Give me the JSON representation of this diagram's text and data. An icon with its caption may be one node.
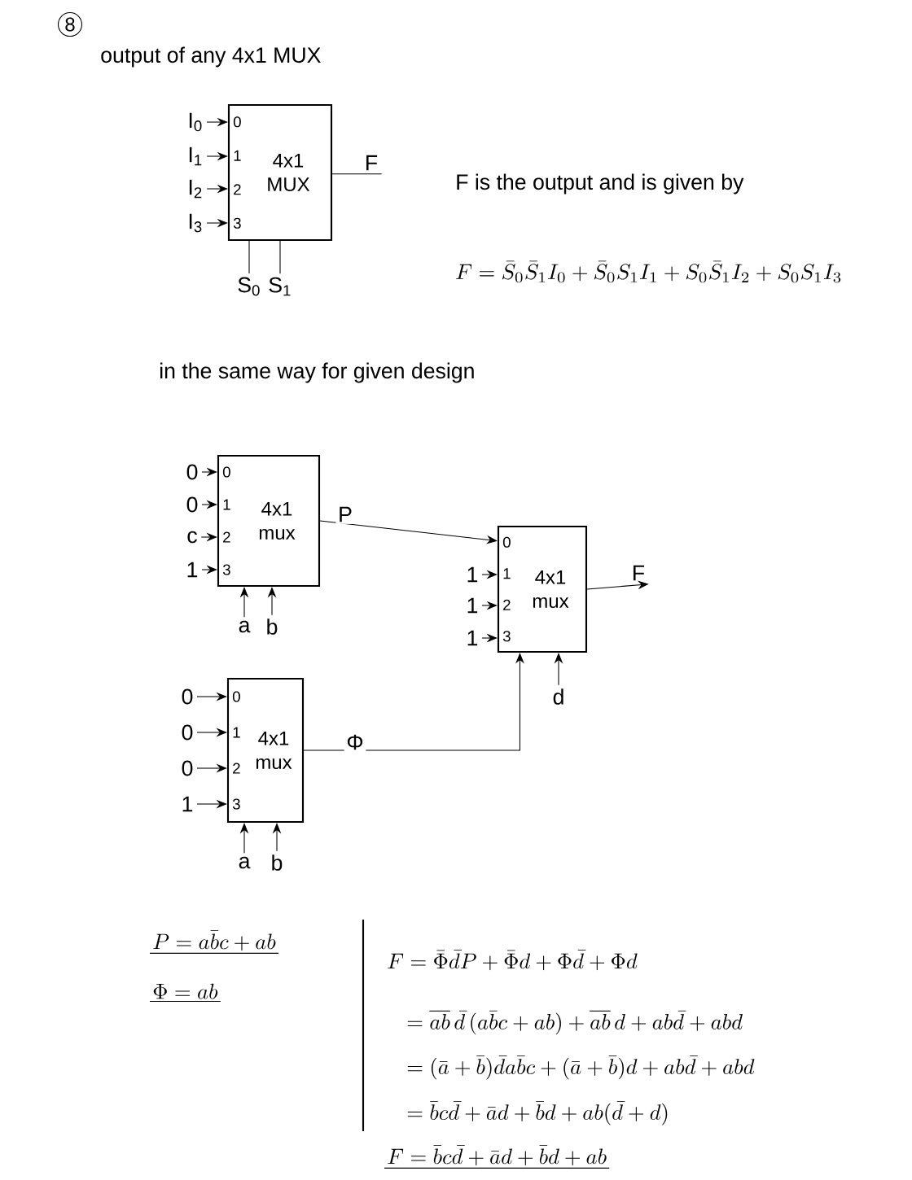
{
  "diagram": {
    "nodes": [
      {
        "text": [
          "0",
          "1",
          "2",
          "3",
          "4x1 MUX"
        ]
      },
      {
        "text": [
          "I$_{0}$"
        ]
      },
      {
        "text": [
          "I$_{1}$"
        ]
      },
      {
        "text": [
          "I$_{2}$"
        ]
      },
      {
        "text": [
          "I$_{3}$"
        ]
      },
      {
        "text": [
          "S$_{0}$"
        ]
      },
      {
        "text": [
          "S$_{1}$"
        ]
      },
      {
        "text": [
          "F"
        ]
      },
      {
        "text": [
          "0",
          "1",
          "2",
          "3",
          "4x1 mux"
        ]
      },
      {
        "text": [
          "0"
        ]
      },
      {
        "text": [
          "0"
        ]
      },
      {
        "text": [
          "c"
        ]
      },
      {
        "text": [
          "1"
        ]
      },
      {
        "text": [
          "a"
        ]
      },
      {
        "text": [
          "b"
        ]
      },
      {
        "text": [
          "0",
          "1",
          "2",
          "3",
          "4x1 mux"
        ]
      },
      {
        "text": [
          "1"
        ]
      },
      {
        "text": [
          "1"
        ]
      },
      {
        "text": [
          "1"
        ]
      },
      {
        "text": [
          "d"
        ]
      },
      {
        "text": [
          "F"
        ]
      },
      {
        "text": [
          "0",
          "1",
          "2",
          "3",
          "4x1 mux"
        ]
      },
      {
        "text": [
          "0"
        ]
      },
      {
        "text": [
          "0"
        ]
      },
      {
        "text": [
          "0"
        ]
      },
      {
        "text": [
          "1"
        ]
      },
      {
        "text": [
          "a"
        ]
      },
      {
        "text": [
          "b"
        ]
      }
    ],
    "edges": [
      {
        "from": 1,
        "to": 0,
        "arrow": "to"
      },
      {
        "from": 2,
        "to": 0,
        "arrow": "to"
      },
      {
        "from": 3,
        "to": 0,
        "arrow": "to"
      },
      {
        "from": 4,
        "to": 0,
        "arrow": "to"
      },
      {
        "from": 0,
        "to": 5,
        "arrow": "none"
      },
      {
        "from": 0,
        "to": 6,
        "arrow": "none"
      },
      {
        "from": 0,
        "to": 7,
        "arrow": "none"
      },
      {
        "from": 9,
        "to": 8,
        "arrow": "to"
      },
      {
        "from": 10,
        "to": 8,
        "arrow": "to"
      },
      {
        "from": 11,
        "to": 8,
        "arrow": "to"
      },
      {
        "from": 12,
        "to": 8,
        "arrow": "to"
      },
      {
        "from": 13,
        "to": 8,
        "arrow": "to"
      },
      {
        "from": 14,
        "to": 8,
        "arrow": "to"
      },
      {
        "from": 8,
        "to": 15,
        "arrow": "to",
        "label": "P"
      },
      {
        "from": 16,
        "to": 15,
        "arrow": "to"
      },
      {
        "from": 17,
        "to": 15,
        "arrow": "to"
      },
      {
        "from": 18,
        "to": 15,
        "arrow": "to"
      },
      {
        "from": 19,
        "to": 15,
        "arrow": "to"
      },
      {
        "from": 21,
        "to": 15,
        "arrow": "to",
        "label": "Φ"
      },
      {
        "from": 15,
        "to": 20,
        "arrow": "to"
      },
      {
        "from": 22,
        "to": 21,
        "arrow": "to"
      },
      {
        "from": 23,
        "to": 21,
        "arrow": "to"
      },
      {
        "from": 24,
        "to": 21,
        "arrow": "to"
      },
      {
        "from": 25,
        "to": 21,
        "arrow": "to"
      },
      {
        "from": 26,
        "to": 21,
        "arrow": "to"
      },
      {
        "from": 27,
        "to": 21,
        "arrow": "to"
      }
    ],
    "labels": [
      "8",
      "output of any 4x1 MUX",
      "F is the output and is given by",
      "F = \\bar{S}_0\\bar{S}_1 I_0 + \\bar{S}_0 S_1 I_1 + S_0\\bar{S}_1 I_2 + S_0 S_1 I_3",
      "in the same way for given design",
      "P = a\\bar{b}c + ab",
      "\\Phi = ab",
      "F = \\bar{\\Phi}\\bar{d}P + \\bar{\\Phi}d + \\Phi\\bar{d} + \\Phi d",
      "= \\overline{ab}\\,\\bar{d}\\,(a\\bar{b}c+ab) + \\overline{ab}\\,d + ab\\bar{d} + abd",
      "= (\\bar{a}+\\bar{b})\\bar{d}a\\bar{b}c + (\\bar{a}+\\bar{b})d + ab\\bar{d} + abd",
      "= \\bar{b}c\\bar{d} + \\bar{a}d + \\bar{b}d + ab(\\bar{d}+d)",
      "F = \\bar{b}c\\bar{d} + \\bar{a}d + \\bar{b}d + ab"
    ]
  }
}
